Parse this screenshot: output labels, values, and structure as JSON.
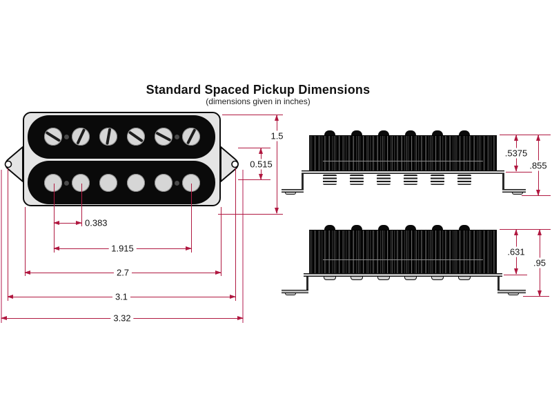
{
  "title": "Standard Spaced Pickup Dimensions",
  "subtitle": "(dimensions given in inches)",
  "colors": {
    "dimension_line": "#b01840",
    "extension_line_pink": "#d98ca6",
    "pickup_body": "#0a0a0a",
    "baseplate_gray": "#e4e4e4"
  },
  "top_view": {
    "dims": {
      "height": "1.5",
      "ear_hole_offset": "0.515",
      "pole_spacing": "0.383",
      "pole_span": "1.915",
      "body_width": "2.7",
      "mounting_span": "3.1",
      "overall_width": "3.32"
    }
  },
  "side_view_upper": {
    "dims": {
      "body_depth": ".5375",
      "overall_depth": ".855"
    }
  },
  "side_view_lower": {
    "dims": {
      "body_depth": ".631",
      "overall_depth": ".95"
    }
  }
}
